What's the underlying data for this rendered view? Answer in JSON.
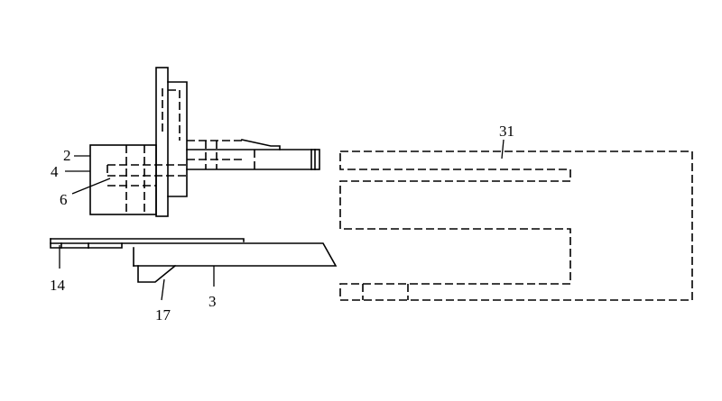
{
  "diagram": {
    "labels": {
      "l2": "2",
      "l4": "4",
      "l6": "6",
      "l14": "14",
      "l17": "17",
      "l3": "3",
      "l31": "31"
    }
  }
}
